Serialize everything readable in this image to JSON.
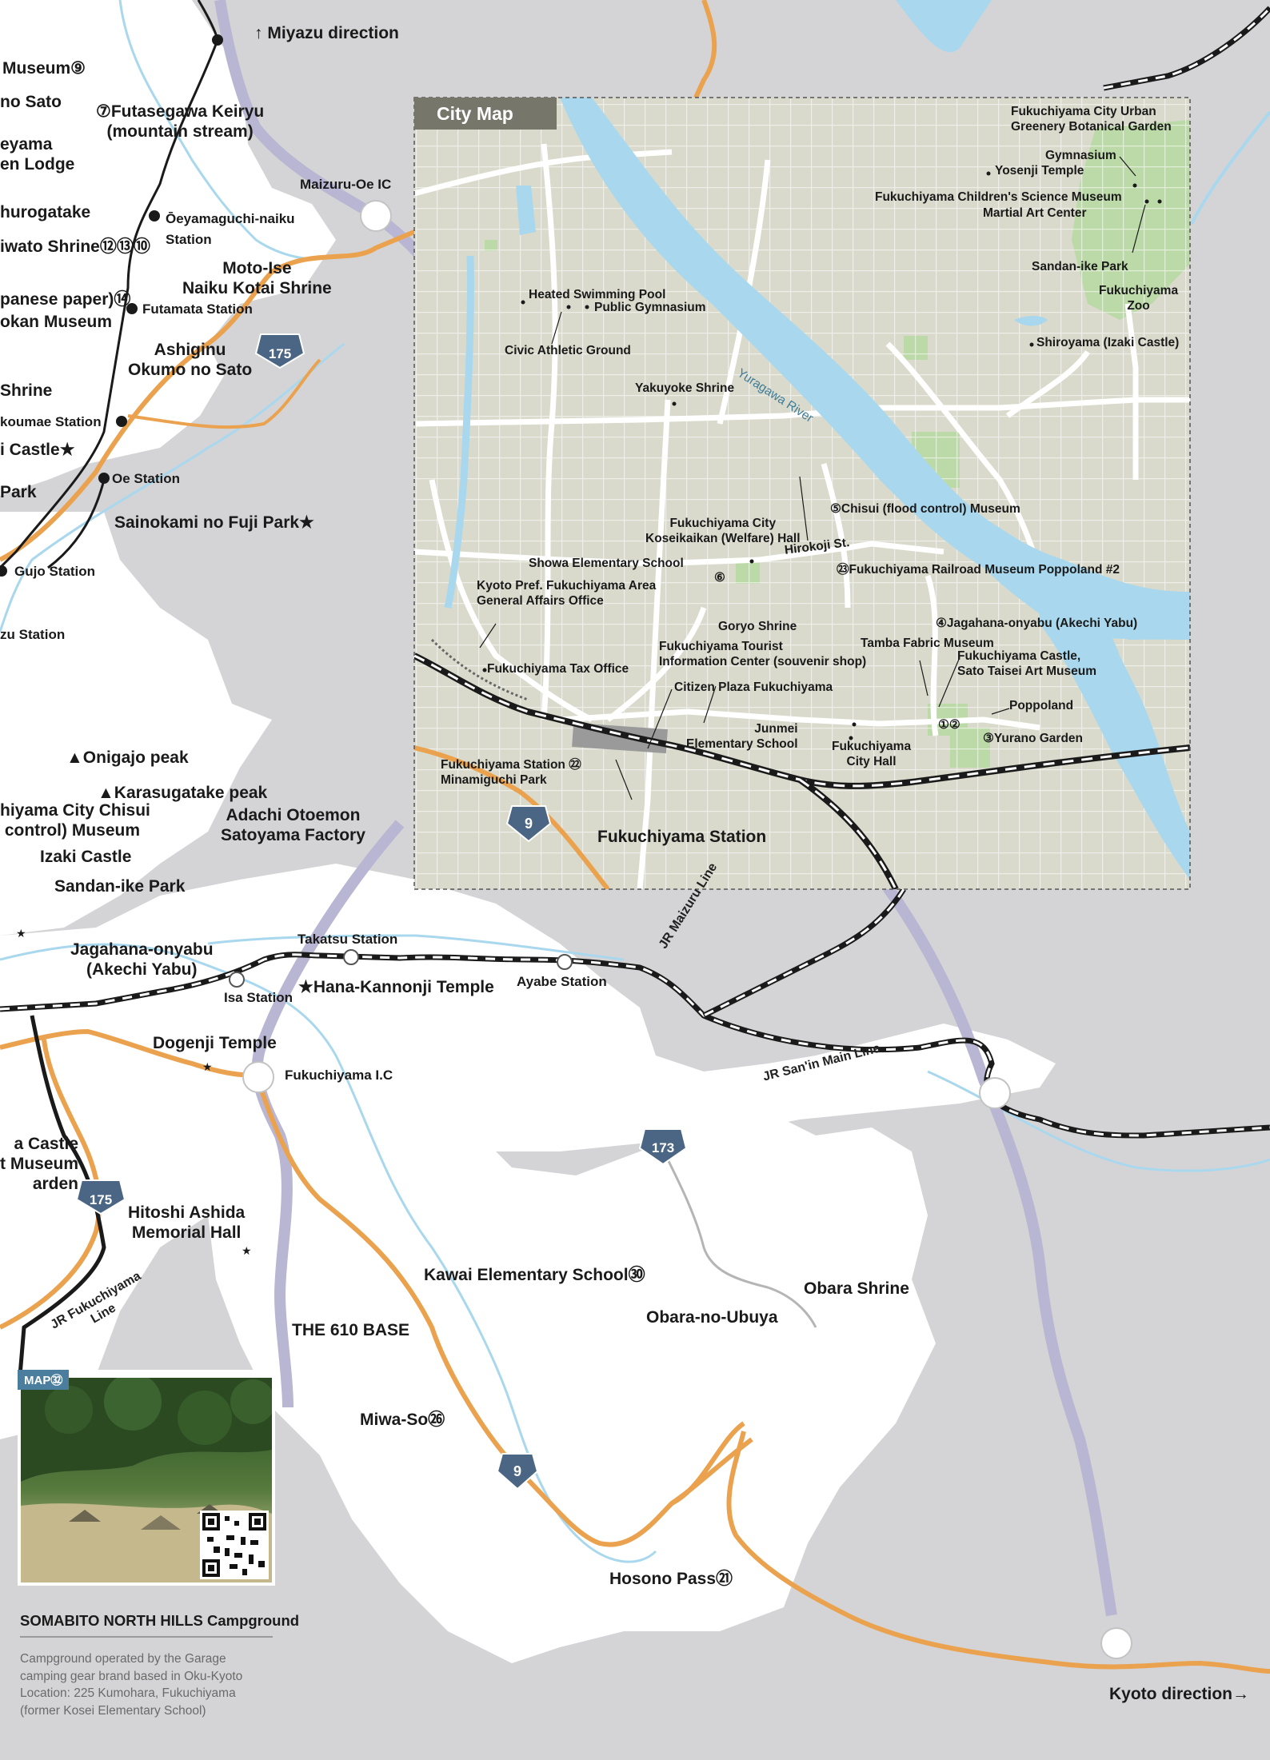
{
  "city_map_title": "City Map",
  "map_badge": "MAP㉜",
  "routes": {
    "r175a": "175",
    "r175b": "175",
    "r9a": "9",
    "r9b": "9",
    "r173": "173"
  },
  "labels": {
    "museum9": "Museum⑨",
    "osato": "no Sato",
    "futasegawa": "⑦Futasegawa Keiryu\n(mountain stream)",
    "oeyama_lodge": "eyama\nen Lodge",
    "miyazu": "↑ Miyazu direction",
    "maizuru_oe": "Maizuru-Oe IC",
    "hurogatake": "hurogatake",
    "iwato": "iwato Shrine⑫⑬⑩",
    "oeyamaguchi": "Ōeyamaguchi-naiku\nStation",
    "motoise": "Moto-Ise\nNaiku Kotai Shrine",
    "japanese_paper": "panese paper)⑭",
    "kan_museum": "okan Museum",
    "futamata": "Futamata Station",
    "ashiginu": "Ashiginu\nOkumo no Sato",
    "shrine11": "Shrine",
    "kumae": "koumae Station",
    "castle_left": "i Castle★",
    "park8": "Park",
    "oe_station": "Oe Station",
    "sainokami": "Sainokami no Fuji Park★",
    "gujo": "Gujo Station",
    "zu_station": "zu Station",
    "onigajo": "▲Onigajo peak",
    "karasugatake": "▲Karasugatake peak",
    "chisui_left": "hiyama City Chisui\n control) Museum",
    "adachi": "Adachi Otoemon\nSatoyama Factory",
    "izaki_left": "Izaki Castle",
    "sandan_left": "Sandan-ike Park",
    "jagahana_left": "Jagahana-onyabu\n(Akechi Yabu)",
    "takatsu": "Takatsu Station",
    "hanakannonji": "★Hana-Kannonji Temple",
    "ayabe": "Ayabe Station",
    "isa": "Isa Station",
    "dogenji": "Dogenji Temple",
    "fukuchiyama_ic": "Fukuchiyama I.C",
    "jr_maizuru": "JR Maizuru Line",
    "jr_sanin": "JR San'in Main Line",
    "a_castle": "a Castle\nt Museum\narden",
    "hitoshi": "Hitoshi Ashida\nMemorial Hall",
    "jr_fukuchiyama": "JR Fukuchiyama\nLine",
    "kawai": "Kawai Elementary School㉚",
    "obara_shrine": "Obara Shrine",
    "obara_ubuya": "Obara-no-Ubuya",
    "the610": "THE 610 BASE",
    "miwaso": "Miwa-So㉖",
    "hosono": "Hosono Pass㉑",
    "kyoto": "Kyoto direction→"
  },
  "city": {
    "botanical": "Fukuchiyama City Urban\nGreenery Botanical Garden",
    "gymnasium": "Gymnasium",
    "yosenji": "Yosenji Temple",
    "science": "Fukuchiyama Children's Science Museum",
    "martial": "Martial Art Center",
    "sandan": "Sandan-ike Park",
    "zoo": "Fukuchiyama\nZoo",
    "pool": "Heated Swimming Pool",
    "public_gym": "Public Gymnasium",
    "civic": "Civic Athletic Ground",
    "shiroyama": "Shiroyama (Izaki Castle)",
    "yuragawa": "Yuragawa River",
    "yakuyoke": "Yakuyoke Shrine",
    "chisui": "⑤Chisui (flood control) Museum",
    "koseikaikan": "Fukuchiyama City\nKoseikaikan (Welfare) Hall",
    "showa": "Showa Elementary School",
    "hirokoji": "Hirokoji St.",
    "poppoland2": "㉓Fukuchiyama Railroad Museum Poppoland #2",
    "kyoto_pref": "Kyoto Pref. Fukuchiyama Area\nGeneral Affairs Office",
    "num6": "⑥",
    "goryo": "Goryo Shrine",
    "jagahana": "④Jagahana-onyabu (Akechi Yabu)",
    "tourist": "Fukuchiyama Tourist\nInformation Center (souvenir shop)",
    "tamba": "Tamba Fabric Museum",
    "castle": "Fukuchiyama Castle,\nSato Taisei Art Museum",
    "tax": "Fukuchiyama Tax Office",
    "citizen": "Citizen Plaza Fukuchiyama",
    "poppoland": "Poppoland",
    "yurano": "③Yurano Garden",
    "junmei": "Junmei\nElementary School",
    "city_hall": "Fukuchiyama\nCity Hall",
    "nums12": "①②",
    "station22": "Fukuchiyama Station ㉒\nMinamiguchi Park",
    "station_big": "Fukuchiyama Station"
  },
  "card": {
    "title": "SOMABITO NORTH HILLS Campground",
    "text": "Campground operated by the Garage\ncamping gear brand based in Oku-Kyoto\nLocation: 225 Kumohara, Fukuchiyama\n(former Kosei Elementary School)"
  },
  "colors": {
    "land_white": "#ffffff",
    "mountain_gray": "#d4d4d6",
    "city_bg": "#d9dacb",
    "river": "#a9d8ee",
    "road_orange": "#eba24e",
    "expressway": "#b8b6d2",
    "rail": "#1a1a1a",
    "route_shield": "#4b6685"
  }
}
